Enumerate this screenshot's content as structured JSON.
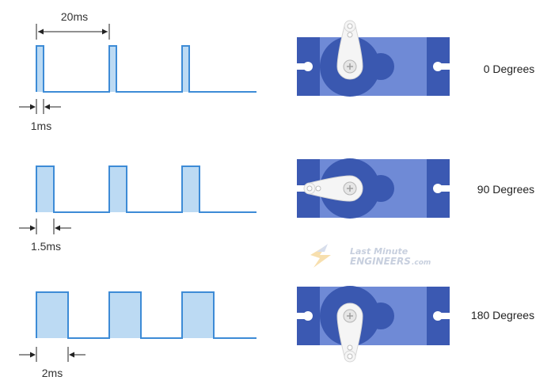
{
  "diagram": {
    "period_label": "20ms",
    "rows": [
      {
        "pulse_label": "1ms",
        "position_label": "0 Degrees",
        "horn_angle_deg": 0
      },
      {
        "pulse_label": "1.5ms",
        "position_label": "90 Degrees",
        "horn_angle_deg": 90
      },
      {
        "pulse_label": "2ms",
        "position_label": "180 Degrees",
        "horn_angle_deg": 180
      }
    ],
    "watermark": {
      "line1": "Last Minute",
      "line2": "ENGINEERS",
      "suffix": ".com",
      "faint_text": "LastMinuteEngineers.com"
    },
    "colors": {
      "waveform": "#3d8bd6",
      "pulse_fill": "#bcdaf3",
      "servo_body": "#6f8ad6",
      "servo_dark": "#3a58b0",
      "servo_tab": "#3b59b2",
      "horn": "#f5f5f5",
      "dimension": "#222222",
      "watermark": "#9aa9c4"
    }
  }
}
